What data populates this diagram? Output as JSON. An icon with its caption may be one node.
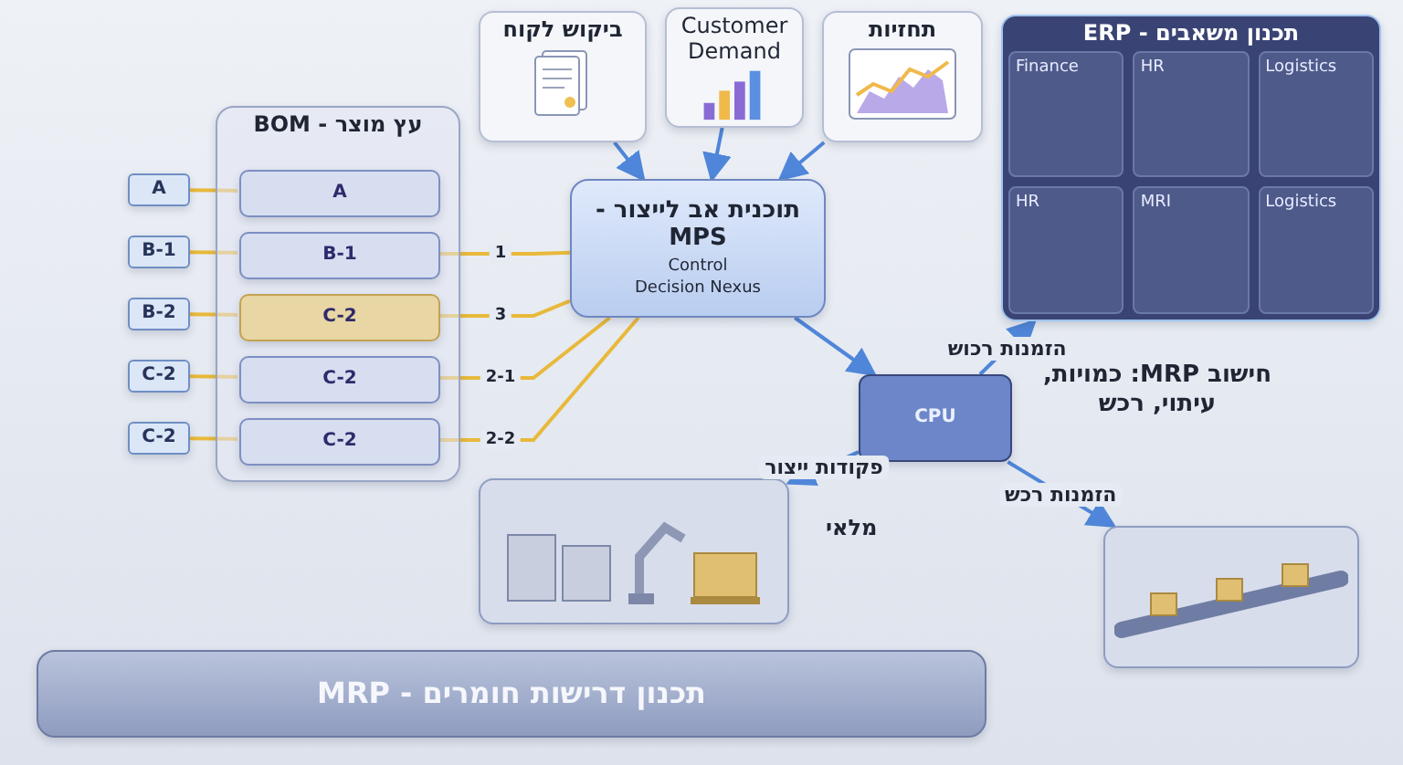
{
  "diagram": {
    "nodes": [
      {
        "text": [
          "עץ מוצר - BOM"
        ]
      },
      {
        "text": [
          "A"
        ],
        "in": 0
      },
      {
        "text": [
          "B-1"
        ],
        "in": 0
      },
      {
        "text": [
          "C-2"
        ],
        "in": 0
      },
      {
        "text": [
          "C-2"
        ],
        "in": 0
      },
      {
        "text": [
          "C-2"
        ],
        "in": 0
      },
      {
        "text": [
          "A"
        ]
      },
      {
        "text": [
          "B-1"
        ]
      },
      {
        "text": [
          "B-2"
        ]
      },
      {
        "text": [
          "C-2"
        ]
      },
      {
        "text": [
          "C-2"
        ]
      },
      {
        "text": [
          "ביקוש לקוח"
        ]
      },
      {
        "text": [
          "Customer Demand"
        ]
      },
      {
        "text": [
          "תחזיות"
        ]
      },
      {
        "text": [
          "תוכנית אב לייצור - MPS",
          "Control",
          "Decision Nexus"
        ]
      },
      {
        "text": [
          "CPU"
        ],
        "beside": [
          "חישוב MRP: כמויות, עיתוי, רכש"
        ]
      },
      {
        "text": [
          "תכנון משאבים - ERP",
          "Finance",
          "HR",
          "Logistics",
          "HR",
          "MRI",
          "Logistics"
        ]
      },
      {
        "text": [],
        "shape": "picture"
      },
      {
        "text": [],
        "shape": "picture"
      },
      {
        "text": [
          "תכנון דרישות חומרים - MRP"
        ]
      }
    ],
    "edges": [
      {
        "from": 6,
        "to": 1,
        "arrow": "none"
      },
      {
        "from": 7,
        "to": 2,
        "arrow": "none"
      },
      {
        "from": 8,
        "to": 3,
        "arrow": "none"
      },
      {
        "from": 9,
        "to": 4,
        "arrow": "none"
      },
      {
        "from": 10,
        "to": 5,
        "arrow": "none"
      },
      {
        "from": 2,
        "to": 14,
        "arrow": "none",
        "label": "1"
      },
      {
        "from": 3,
        "to": 14,
        "arrow": "none",
        "label": "3"
      },
      {
        "from": 4,
        "to": 14,
        "arrow": "none",
        "label": "2-1"
      },
      {
        "from": 5,
        "to": 14,
        "arrow": "none",
        "label": "2-2"
      },
      {
        "from": 11,
        "to": 14,
        "arrow": "to",
        "color": "#4f86d9"
      },
      {
        "from": 12,
        "to": 14,
        "arrow": "to",
        "color": "#4f86d9"
      },
      {
        "from": 13,
        "to": 14,
        "arrow": "to",
        "color": "#4f86d9"
      },
      {
        "from": 14,
        "to": 15,
        "arrow": "to",
        "color": "#4f86d9"
      },
      {
        "from": 15,
        "to": 16,
        "arrow": "to",
        "color": "#4f86d9",
        "label": "הזמנות רכוש"
      },
      {
        "from": 15,
        "to": 17,
        "arrow": "to",
        "color": "#4f86d9",
        "label": "פקודות ייצור"
      },
      {
        "from": 15,
        "to": 18,
        "arrow": "to",
        "color": "#4f86d9",
        "label": "הזמנות רכש"
      }
    ],
    "labels": [
      "מלאי"
    ]
  }
}
